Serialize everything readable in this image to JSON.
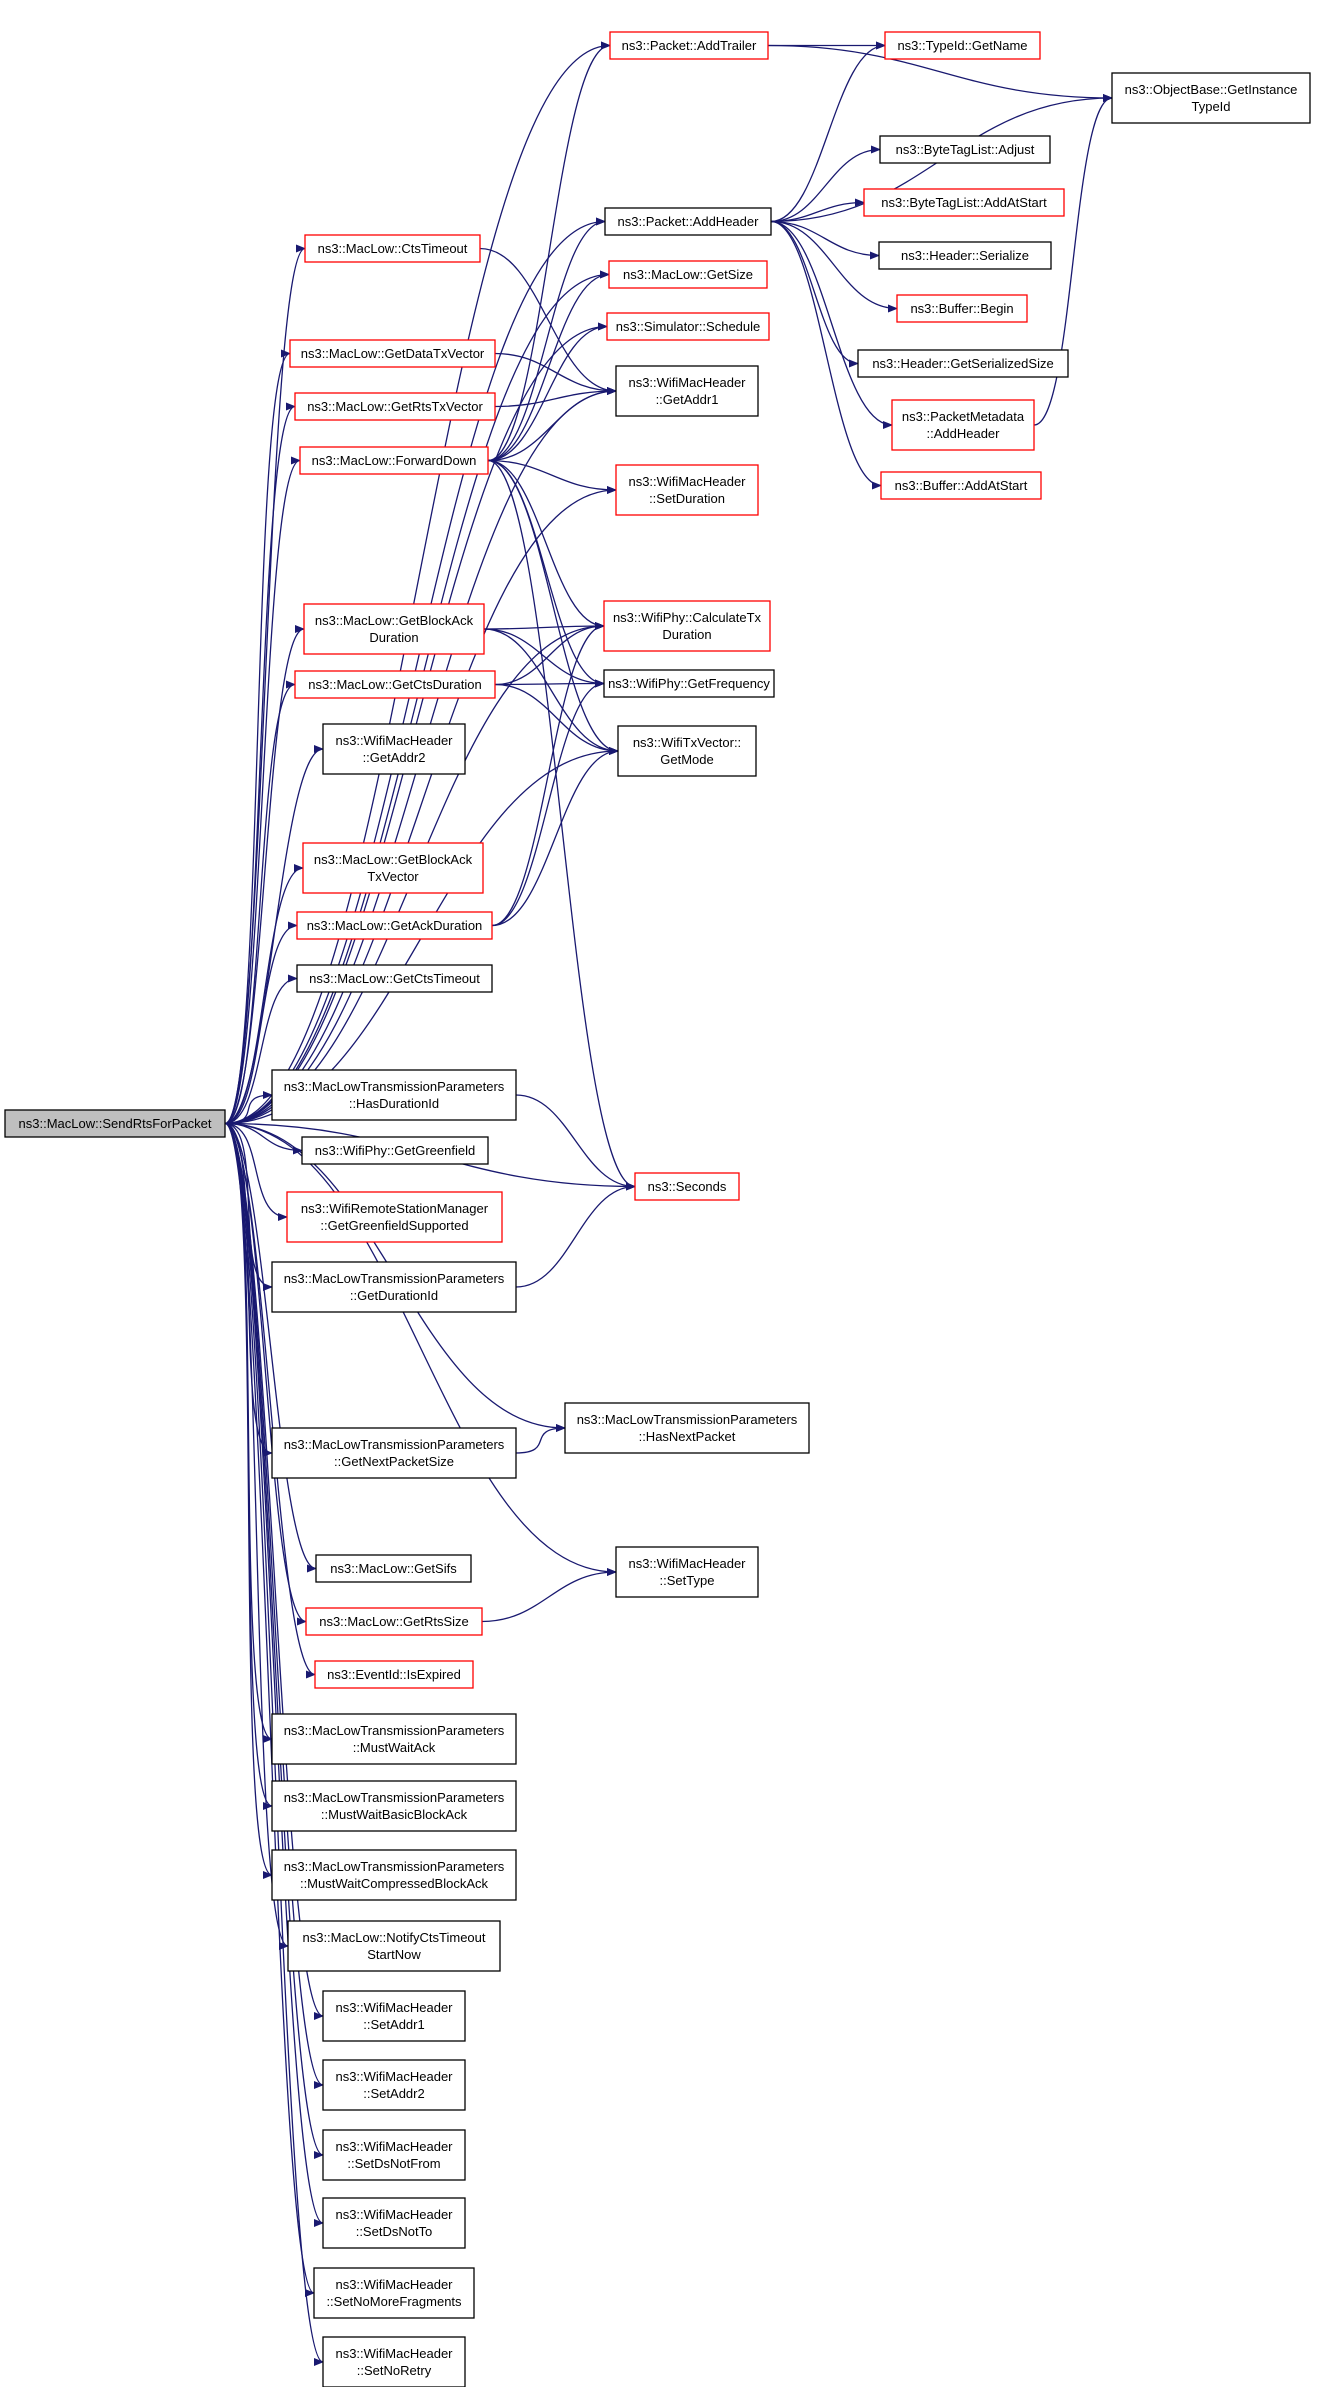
{
  "colors": {
    "edge": "#191970",
    "border_red": "#ff0000",
    "border_black": "#000000",
    "root_fill": "#bfbfbf",
    "node_fill": "#ffffff"
  },
  "nodes": [
    {
      "id": "root",
      "lines": [
        "ns3::MacLow::SendRtsForPacket"
      ],
      "border": "black",
      "root": true
    },
    {
      "id": "addtrailer",
      "lines": [
        "ns3::Packet::AddTrailer"
      ],
      "border": "red"
    },
    {
      "id": "typeid_getname",
      "lines": [
        "ns3::TypeId::GetName"
      ],
      "border": "red"
    },
    {
      "id": "objectbase_getinstancetypeid",
      "lines": [
        "ns3::ObjectBase::GetInstance",
        "TypeId"
      ],
      "border": "black"
    },
    {
      "id": "bytetaglist_adjust",
      "lines": [
        "ns3::ByteTagList::Adjust"
      ],
      "border": "black"
    },
    {
      "id": "bytetaglist_addatstart",
      "lines": [
        "ns3::ByteTagList::AddAtStart"
      ],
      "border": "red"
    },
    {
      "id": "addheader",
      "lines": [
        "ns3::Packet::AddHeader"
      ],
      "border": "black"
    },
    {
      "id": "header_serialize",
      "lines": [
        "ns3::Header::Serialize"
      ],
      "border": "black"
    },
    {
      "id": "cts_timeout",
      "lines": [
        "ns3::MacLow::CtsTimeout"
      ],
      "border": "red"
    },
    {
      "id": "maclow_getsize",
      "lines": [
        "ns3::MacLow::GetSize"
      ],
      "border": "red"
    },
    {
      "id": "buffer_begin",
      "lines": [
        "ns3::Buffer::Begin"
      ],
      "border": "red"
    },
    {
      "id": "simulator_schedule",
      "lines": [
        "ns3::Simulator::Schedule"
      ],
      "border": "red"
    },
    {
      "id": "get_data_tx_vector",
      "lines": [
        "ns3::MacLow::GetDataTxVector"
      ],
      "border": "red"
    },
    {
      "id": "header_getserializedsize",
      "lines": [
        "ns3::Header::GetSerializedSize"
      ],
      "border": "black"
    },
    {
      "id": "getaddr1",
      "lines": [
        "ns3::WifiMacHeader",
        "::GetAddr1"
      ],
      "border": "black"
    },
    {
      "id": "get_rts_tx_vector",
      "lines": [
        "ns3::MacLow::GetRtsTxVector"
      ],
      "border": "red"
    },
    {
      "id": "packetmetadata_addheader",
      "lines": [
        "ns3::PacketMetadata",
        "::AddHeader"
      ],
      "border": "red"
    },
    {
      "id": "forward_down",
      "lines": [
        "ns3::MacLow::ForwardDown"
      ],
      "border": "red"
    },
    {
      "id": "buffer_addatstart",
      "lines": [
        "ns3::Buffer::AddAtStart"
      ],
      "border": "red"
    },
    {
      "id": "setduration",
      "lines": [
        "ns3::WifiMacHeader",
        "::SetDuration"
      ],
      "border": "red"
    },
    {
      "id": "get_block_ack_duration",
      "lines": [
        "ns3::MacLow::GetBlockAck",
        "Duration"
      ],
      "border": "red"
    },
    {
      "id": "calculate_tx_duration",
      "lines": [
        "ns3::WifiPhy::CalculateTx",
        "Duration"
      ],
      "border": "red"
    },
    {
      "id": "get_cts_duration",
      "lines": [
        "ns3::MacLow::GetCtsDuration"
      ],
      "border": "red"
    },
    {
      "id": "get_frequency",
      "lines": [
        "ns3::WifiPhy::GetFrequency"
      ],
      "border": "black"
    },
    {
      "id": "getaddr2",
      "lines": [
        "ns3::WifiMacHeader",
        "::GetAddr2"
      ],
      "border": "black"
    },
    {
      "id": "getmode",
      "lines": [
        "ns3::WifiTxVector::",
        "GetMode"
      ],
      "border": "black"
    },
    {
      "id": "get_block_ack_tx_vector",
      "lines": [
        "ns3::MacLow::GetBlockAck",
        "TxVector"
      ],
      "border": "red"
    },
    {
      "id": "get_ack_duration",
      "lines": [
        "ns3::MacLow::GetAckDuration"
      ],
      "border": "red"
    },
    {
      "id": "get_cts_timeout",
      "lines": [
        "ns3::MacLow::GetCtsTimeout"
      ],
      "border": "black"
    },
    {
      "id": "has_duration_id",
      "lines": [
        "ns3::MacLowTransmissionParameters",
        "::HasDurationId"
      ],
      "border": "black"
    },
    {
      "id": "get_greenfield",
      "lines": [
        "ns3::WifiPhy::GetGreenfield"
      ],
      "border": "black"
    },
    {
      "id": "seconds",
      "lines": [
        "ns3::Seconds"
      ],
      "border": "red"
    },
    {
      "id": "get_greenfield_supported",
      "lines": [
        "ns3::WifiRemoteStationManager",
        "::GetGreenfieldSupported"
      ],
      "border": "red"
    },
    {
      "id": "get_duration_id",
      "lines": [
        "ns3::MacLowTransmissionParameters",
        "::GetDurationId"
      ],
      "border": "black"
    },
    {
      "id": "has_next_packet",
      "lines": [
        "ns3::MacLowTransmissionParameters",
        "::HasNextPacket"
      ],
      "border": "black"
    },
    {
      "id": "get_next_packet_size",
      "lines": [
        "ns3::MacLowTransmissionParameters",
        "::GetNextPacketSize"
      ],
      "border": "black"
    },
    {
      "id": "settype",
      "lines": [
        "ns3::WifiMacHeader",
        "::SetType"
      ],
      "border": "black"
    },
    {
      "id": "get_sifs",
      "lines": [
        "ns3::MacLow::GetSifs"
      ],
      "border": "black"
    },
    {
      "id": "get_rts_size",
      "lines": [
        "ns3::MacLow::GetRtsSize"
      ],
      "border": "red"
    },
    {
      "id": "eventid_isexpired",
      "lines": [
        "ns3::EventId::IsExpired"
      ],
      "border": "red"
    },
    {
      "id": "must_wait_ack",
      "lines": [
        "ns3::MacLowTransmissionParameters",
        "::MustWaitAck"
      ],
      "border": "black"
    },
    {
      "id": "must_wait_basic_block_ack",
      "lines": [
        "ns3::MacLowTransmissionParameters",
        "::MustWaitBasicBlockAck"
      ],
      "border": "black"
    },
    {
      "id": "must_wait_compressed_block_ack",
      "lines": [
        "ns3::MacLowTransmissionParameters",
        "::MustWaitCompressedBlockAck"
      ],
      "border": "black"
    },
    {
      "id": "notify_cts_timeout_start_now",
      "lines": [
        "ns3::MacLow::NotifyCtsTimeout",
        "StartNow"
      ],
      "border": "black"
    },
    {
      "id": "setaddr1",
      "lines": [
        "ns3::WifiMacHeader",
        "::SetAddr1"
      ],
      "border": "black"
    },
    {
      "id": "setaddr2",
      "lines": [
        "ns3::WifiMacHeader",
        "::SetAddr2"
      ],
      "border": "black"
    },
    {
      "id": "setdsnotfrom",
      "lines": [
        "ns3::WifiMacHeader",
        "::SetDsNotFrom"
      ],
      "border": "black"
    },
    {
      "id": "setdsnotto",
      "lines": [
        "ns3::WifiMacHeader",
        "::SetDsNotTo"
      ],
      "border": "black"
    },
    {
      "id": "setnomorefragments",
      "lines": [
        "ns3::WifiMacHeader",
        "::SetNoMoreFragments"
      ],
      "border": "black"
    },
    {
      "id": "setnoretry",
      "lines": [
        "ns3::WifiMacHeader",
        "::SetNoRetry"
      ],
      "border": "black"
    }
  ],
  "edges": [
    [
      "root",
      "addtrailer"
    ],
    [
      "root",
      "addheader"
    ],
    [
      "root",
      "cts_timeout"
    ],
    [
      "root",
      "maclow_getsize"
    ],
    [
      "root",
      "simulator_schedule"
    ],
    [
      "root",
      "get_data_tx_vector"
    ],
    [
      "root",
      "getaddr1"
    ],
    [
      "root",
      "get_rts_tx_vector"
    ],
    [
      "root",
      "forward_down"
    ],
    [
      "root",
      "setduration"
    ],
    [
      "root",
      "get_block_ack_duration"
    ],
    [
      "root",
      "calculate_tx_duration"
    ],
    [
      "root",
      "get_cts_duration"
    ],
    [
      "root",
      "getaddr2"
    ],
    [
      "root",
      "get_block_ack_tx_vector"
    ],
    [
      "root",
      "get_ack_duration"
    ],
    [
      "root",
      "get_cts_timeout"
    ],
    [
      "root",
      "getmode"
    ],
    [
      "root",
      "has_duration_id"
    ],
    [
      "root",
      "get_greenfield"
    ],
    [
      "root",
      "get_greenfield_supported"
    ],
    [
      "root",
      "get_duration_id"
    ],
    [
      "root",
      "seconds"
    ],
    [
      "root",
      "has_next_packet"
    ],
    [
      "root",
      "get_next_packet_size"
    ],
    [
      "root",
      "settype"
    ],
    [
      "root",
      "get_sifs"
    ],
    [
      "root",
      "get_rts_size"
    ],
    [
      "root",
      "eventid_isexpired"
    ],
    [
      "root",
      "must_wait_ack"
    ],
    [
      "root",
      "must_wait_basic_block_ack"
    ],
    [
      "root",
      "must_wait_compressed_block_ack"
    ],
    [
      "root",
      "notify_cts_timeout_start_now"
    ],
    [
      "root",
      "setaddr1"
    ],
    [
      "root",
      "setaddr2"
    ],
    [
      "root",
      "setdsnotfrom"
    ],
    [
      "root",
      "setdsnotto"
    ],
    [
      "root",
      "setnomorefragments"
    ],
    [
      "root",
      "setnoretry"
    ],
    [
      "addtrailer",
      "typeid_getname"
    ],
    [
      "addtrailer",
      "objectbase_getinstancetypeid"
    ],
    [
      "addheader",
      "typeid_getname"
    ],
    [
      "addheader",
      "objectbase_getinstancetypeid"
    ],
    [
      "addheader",
      "bytetaglist_adjust"
    ],
    [
      "addheader",
      "bytetaglist_addatstart"
    ],
    [
      "addheader",
      "header_serialize"
    ],
    [
      "addheader",
      "buffer_begin"
    ],
    [
      "addheader",
      "header_getserializedsize"
    ],
    [
      "addheader",
      "packetmetadata_addheader"
    ],
    [
      "addheader",
      "buffer_addatstart"
    ],
    [
      "packetmetadata_addheader",
      "objectbase_getinstancetypeid"
    ],
    [
      "cts_timeout",
      "getaddr1"
    ],
    [
      "get_data_tx_vector",
      "getaddr1"
    ],
    [
      "get_rts_tx_vector",
      "getaddr1"
    ],
    [
      "forward_down",
      "addtrailer"
    ],
    [
      "forward_down",
      "addheader"
    ],
    [
      "forward_down",
      "maclow_getsize"
    ],
    [
      "forward_down",
      "simulator_schedule"
    ],
    [
      "forward_down",
      "getaddr1"
    ],
    [
      "forward_down",
      "setduration"
    ],
    [
      "forward_down",
      "calculate_tx_duration"
    ],
    [
      "forward_down",
      "get_frequency"
    ],
    [
      "forward_down",
      "getmode"
    ],
    [
      "forward_down",
      "seconds"
    ],
    [
      "get_block_ack_duration",
      "calculate_tx_duration"
    ],
    [
      "get_block_ack_duration",
      "get_frequency"
    ],
    [
      "get_block_ack_duration",
      "getmode"
    ],
    [
      "get_cts_duration",
      "calculate_tx_duration"
    ],
    [
      "get_cts_duration",
      "get_frequency"
    ],
    [
      "get_cts_duration",
      "getmode"
    ],
    [
      "get_ack_duration",
      "calculate_tx_duration"
    ],
    [
      "get_ack_duration",
      "get_frequency"
    ],
    [
      "get_ack_duration",
      "getmode"
    ],
    [
      "has_duration_id",
      "seconds"
    ],
    [
      "get_duration_id",
      "seconds"
    ],
    [
      "get_next_packet_size",
      "has_next_packet"
    ],
    [
      "get_rts_size",
      "settype"
    ]
  ]
}
